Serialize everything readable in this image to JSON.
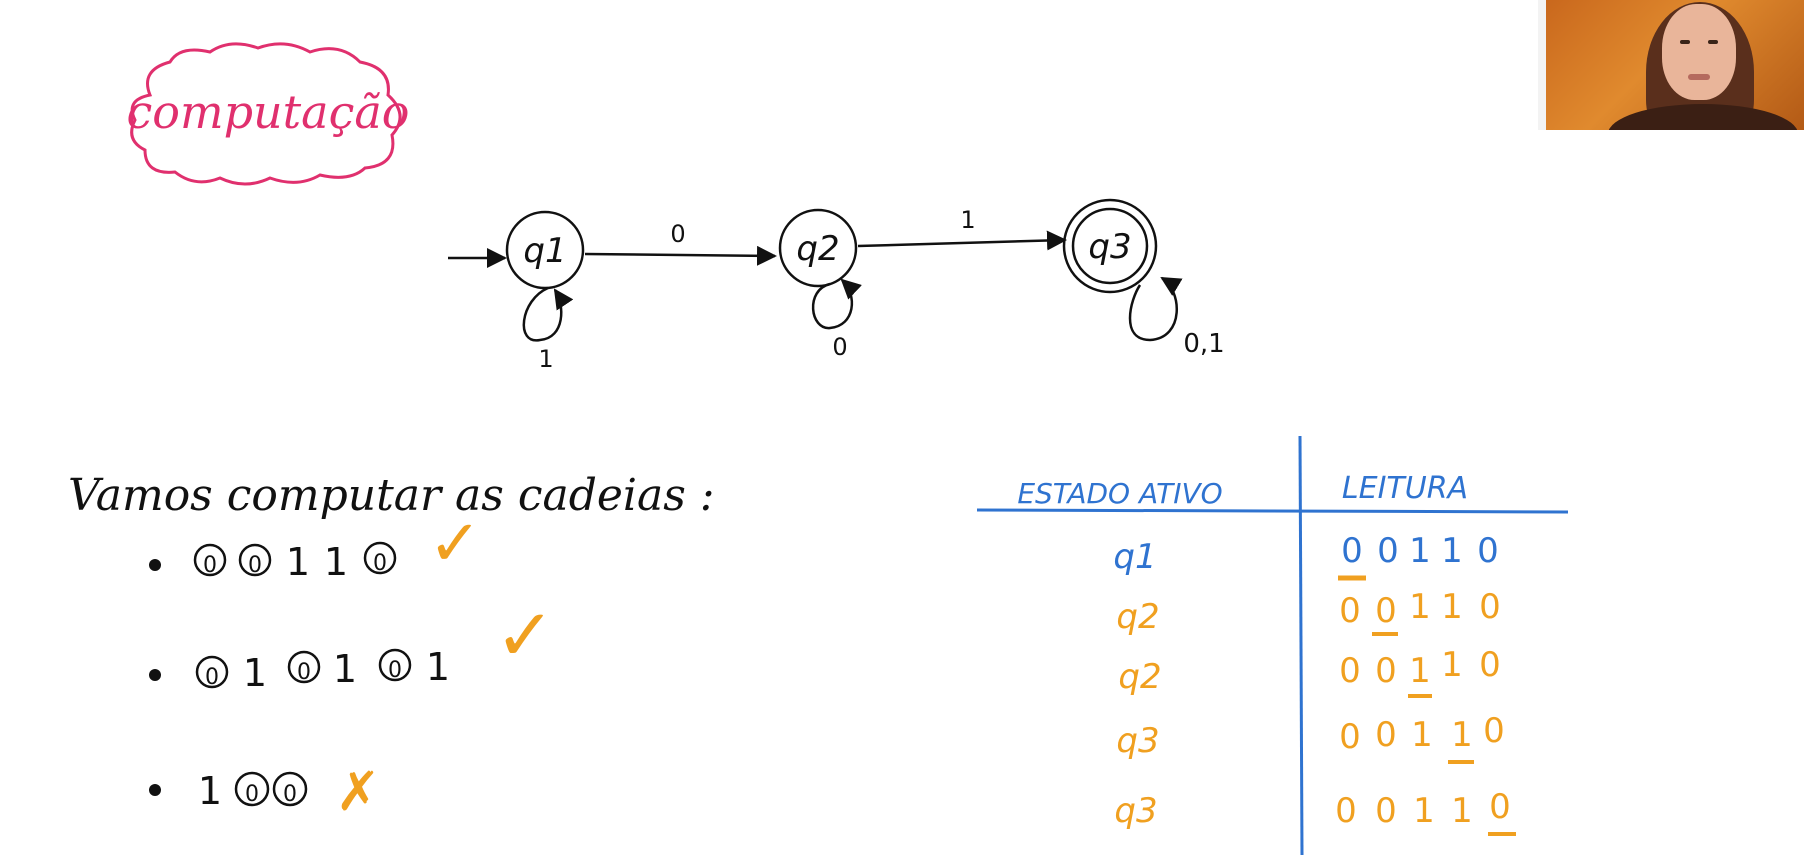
{
  "title": "computação",
  "automaton": {
    "states": [
      "q1",
      "q2",
      "q3"
    ],
    "transitions": {
      "q1_q2": "0",
      "q2_q3": "1",
      "loop_q1": "1",
      "loop_q2": "0",
      "loop_q3": "0,1"
    }
  },
  "exercise": {
    "heading": "Vamos computar as cadeias :",
    "items": [
      {
        "symbols": [
          "0",
          "0",
          "1",
          "1",
          "0"
        ],
        "result": "✓"
      },
      {
        "symbols": [
          "0",
          "1",
          "0",
          "1",
          "0",
          "1"
        ],
        "result": "✓"
      },
      {
        "symbols": [
          "1",
          "0",
          "0"
        ],
        "result": "✗"
      }
    ]
  },
  "table": {
    "headers": {
      "state": "ESTADO ATIVO",
      "reading": "LEITURA"
    },
    "rows": [
      {
        "state": "q1",
        "reading": [
          "0",
          "0",
          "1",
          "1",
          "0"
        ]
      },
      {
        "state": "q2",
        "reading": [
          "0",
          "0",
          "1",
          "1",
          "0"
        ]
      },
      {
        "state": "q2",
        "reading": [
          "0",
          "0",
          "1",
          "1",
          "0"
        ]
      },
      {
        "state": "q3",
        "reading": [
          "0",
          "0",
          "1",
          "1",
          "0"
        ]
      },
      {
        "state": "q3",
        "reading": [
          "0",
          "0",
          "1",
          "1",
          "0"
        ]
      }
    ]
  },
  "colors": {
    "ink": "#111111",
    "title_pink": "#e0306e",
    "blue": "#2f73d0",
    "orange": "#f0a020"
  }
}
